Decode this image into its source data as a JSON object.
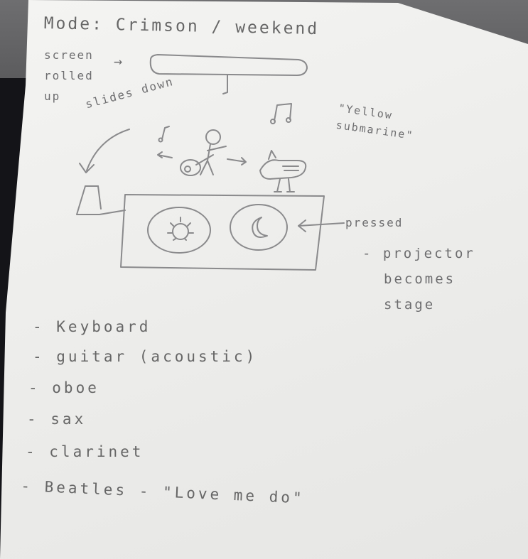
{
  "title": "Mode: Crimson / weekend",
  "notes": {
    "screen": "screen",
    "rolled": "rolled",
    "up": "up",
    "arrow": "→",
    "slides_down": "slides down",
    "song": "\"Yellow submarine\"",
    "pressed": "pressed",
    "projector_1": "- projector",
    "projector_2": "becomes",
    "projector_3": "stage"
  },
  "list": [
    "- Keyboard",
    "- guitar (acoustic)",
    "- oboe",
    "- sax",
    "- clarinet",
    "- Beatles - \"Love me do\""
  ],
  "icons": [
    "music-note-icon",
    "sun-button-icon",
    "moon-button-icon",
    "bird-icon",
    "stick-figure-icon"
  ]
}
